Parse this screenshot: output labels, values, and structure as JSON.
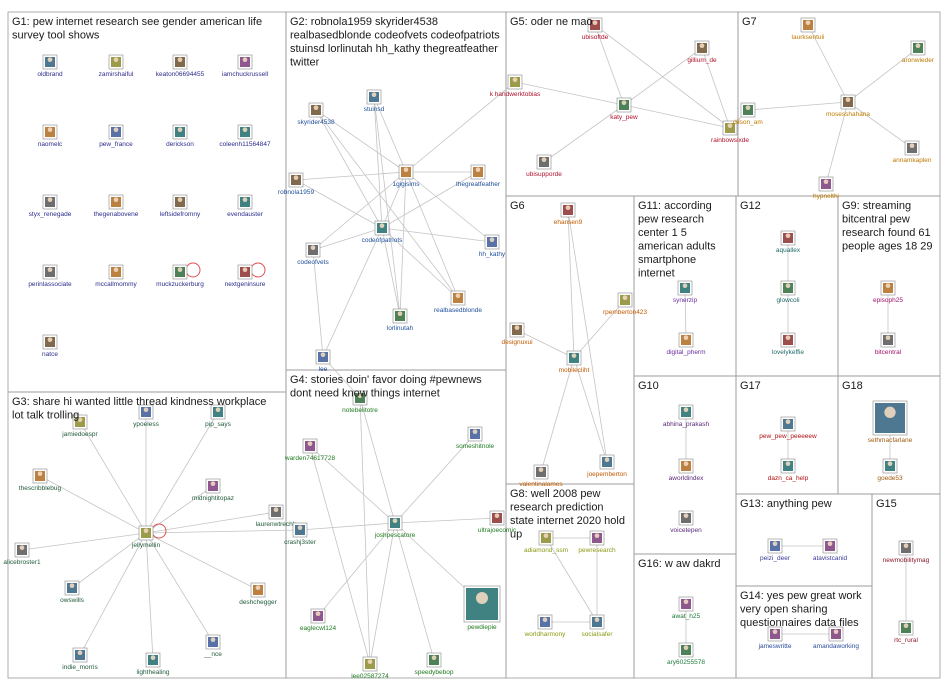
{
  "colors": {
    "G1": "#2c2c8c",
    "G2": "#1f4f9a",
    "G3": "#1f5a3a",
    "G4": "#1f7a1f",
    "G5": "#b0102a",
    "G6": "#c05a00",
    "G7": "#c07a00",
    "G8": "#8a9a10",
    "G9": "#a0106a",
    "G10": "#5a2a7a",
    "G11": "#6a2aa0",
    "G12": "#1f6a6a",
    "G13": "#3a3a9a",
    "G14": "#2a4a9a",
    "G15": "#8a1a2a",
    "G16": "#1f7a3a",
    "G17": "#b01010",
    "G18": "#a05a10"
  },
  "groups": [
    {
      "id": "G1",
      "title": "G1: pew internet research see gender american life survey tool shows",
      "nodes": [
        "oldbrand",
        "zamirshaiful",
        "keaton06694455",
        "iamchuckrussell",
        "naomelc",
        "pew_france",
        "derickson",
        "coleenh11564847",
        "styx_renegade",
        "thegenabovene",
        "leftsidefromny",
        "evendauster",
        "perinlassociate",
        "mccallmommy",
        "muckzuckerburg",
        "nextgeninsure",
        "natce"
      ]
    },
    {
      "id": "G2",
      "title": "G2: robnola1959 skyrider4538 realbasedblonde codeofvets codeofpatriots stuinsd lorlinutah hh_kathy thegreatfeather twitter",
      "nodes": [
        "skyrider4538",
        "stuinsd",
        "robnola1959",
        "1gigisims",
        "thegreatfeather",
        "codeofpatriots",
        "codeofvets",
        "hh_kathy",
        "lorlinutah",
        "realbasedblonde",
        "lee"
      ]
    },
    {
      "id": "G3",
      "title": "G3: share hi wanted little thread kindness workplace lot talk trolling",
      "nodes": [
        "ypoeless",
        "jamiedoespr",
        "pip_says",
        "thescribblebug",
        "midnightitopaz",
        "laurenwtrechlr",
        "jellymellin",
        "crashj3ster",
        "alicebroster1",
        "owswills",
        "deshchegger",
        "__nce",
        "indie_morris",
        "lighthealing"
      ]
    },
    {
      "id": "G4",
      "title": "G4: stories doin' favor doing #pewnews dont need know things internet",
      "nodes": [
        "notebelitotre",
        "warden74617728",
        "someshitnole",
        "joshpescatore",
        "ultrajoecomic",
        "eaglecwl124",
        "pewdiepie",
        "lee02587274",
        "speedybebop"
      ]
    },
    {
      "id": "G5",
      "title": "G5: oder ne mao",
      "nodes": [
        "ubisoftde",
        "gillium_de",
        "k handwerktobias",
        "katy_pew",
        "rainbowsixde",
        "ubisupporde"
      ]
    },
    {
      "id": "G6",
      "title": "G6",
      "nodes": [
        "ehansen9",
        "rpemberton423",
        "designuxui",
        "mobilecliht",
        "valentinalames",
        "joepemberton"
      ]
    },
    {
      "id": "G7",
      "title": "G7",
      "nodes": [
        "laurksentuli",
        "aronwieder",
        "dilson_am",
        "mosesshahana",
        "annamkaplen",
        "hypnelthi"
      ]
    },
    {
      "id": "G8",
      "title": "G8: well 2008 pew research prediction state internet 2020 hold up",
      "nodes": [
        "adiamond_ssm",
        "pewresearch",
        "worldharmony",
        "socialsafer"
      ]
    },
    {
      "id": "G9",
      "title": "G9: streaming bitcentral pew research found 61 people ages 18 29",
      "nodes": [
        "episoph25",
        "bitcentral"
      ]
    },
    {
      "id": "G10",
      "title": "G10",
      "nodes": [
        "abhina_prakash",
        "aworldindex",
        "voicetepen"
      ]
    },
    {
      "id": "G11",
      "title": "G11: according pew research center 1 5 american adults smartphone internet",
      "nodes": [
        "synerzip",
        "digital_pherm"
      ]
    },
    {
      "id": "G12",
      "title": "G12",
      "nodes": [
        "aquallex",
        "glowcoli",
        "lovelykeffie"
      ]
    },
    {
      "id": "G13",
      "title": "G13: anything pew",
      "nodes": [
        "peizi_deer",
        "atavistcanid"
      ]
    },
    {
      "id": "G14",
      "title": "G14: yes pew great work very open sharing questionnaires data files",
      "nodes": [
        "jameswritte",
        "amandaworking"
      ]
    },
    {
      "id": "G15",
      "title": "G15",
      "nodes": [
        "newmobilitymag",
        "rtc_rural"
      ]
    },
    {
      "id": "G16",
      "title": "G16: w aw dakrd",
      "nodes": [
        "awat_h25",
        "ary60255578"
      ]
    },
    {
      "id": "G17",
      "title": "G17",
      "nodes": [
        "pew_pew_peeeeew",
        "dazn_ca_help"
      ]
    },
    {
      "id": "G18",
      "title": "G18",
      "nodes": [
        "sethmacfarlane",
        "goede53"
      ]
    }
  ]
}
